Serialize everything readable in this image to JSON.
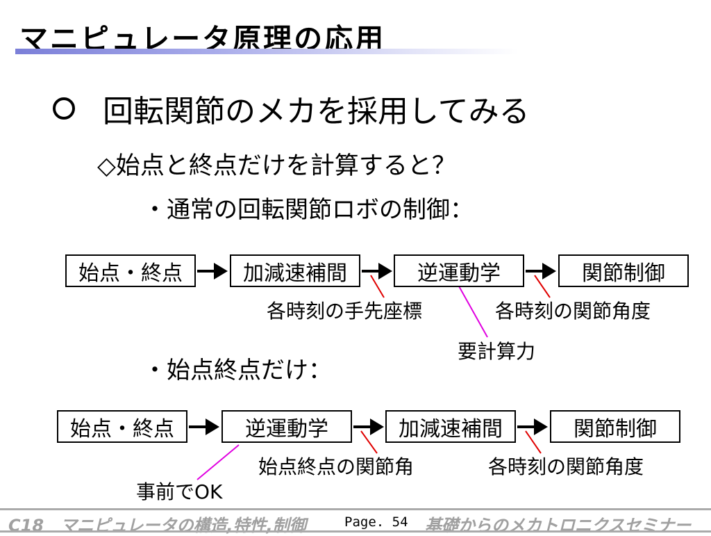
{
  "title": "マニピュレータ原理の応用",
  "bullet1": "回転関節のメカを採用してみる",
  "bullet2": "◇始点と終点だけを計算すると？",
  "section_normal": "・通常の回転関節ロボの制御：",
  "section_endpoints": "・始点終点だけ：",
  "flow_normal": {
    "boxes": [
      "始点・終点",
      "加減速補間",
      "逆運動学",
      "関節制御"
    ],
    "label_tip_coords": "各時刻の手先座標",
    "label_joint_angles": "各時刻の関節角度",
    "label_compute": "要計算力"
  },
  "flow_endpoints": {
    "boxes": [
      "始点・終点",
      "逆運動学",
      "加減速補間",
      "関節制御"
    ],
    "label_endpoint_angles": "始点終点の関節角",
    "label_joint_angles": "各時刻の関節角度",
    "label_precompute": "事前でOK"
  },
  "footer": {
    "left": "C18　マニピュレータの構造,特性,制御",
    "page": "Page. 54",
    "right": "基礎からのメカトロニクスセミナー"
  },
  "colors": {
    "arrow": "#000000",
    "red_leader": "#e00000",
    "magenta_leader": "#e000e0",
    "title_underline": "#7b7fd8",
    "footer_text": "#a0a0a0"
  }
}
